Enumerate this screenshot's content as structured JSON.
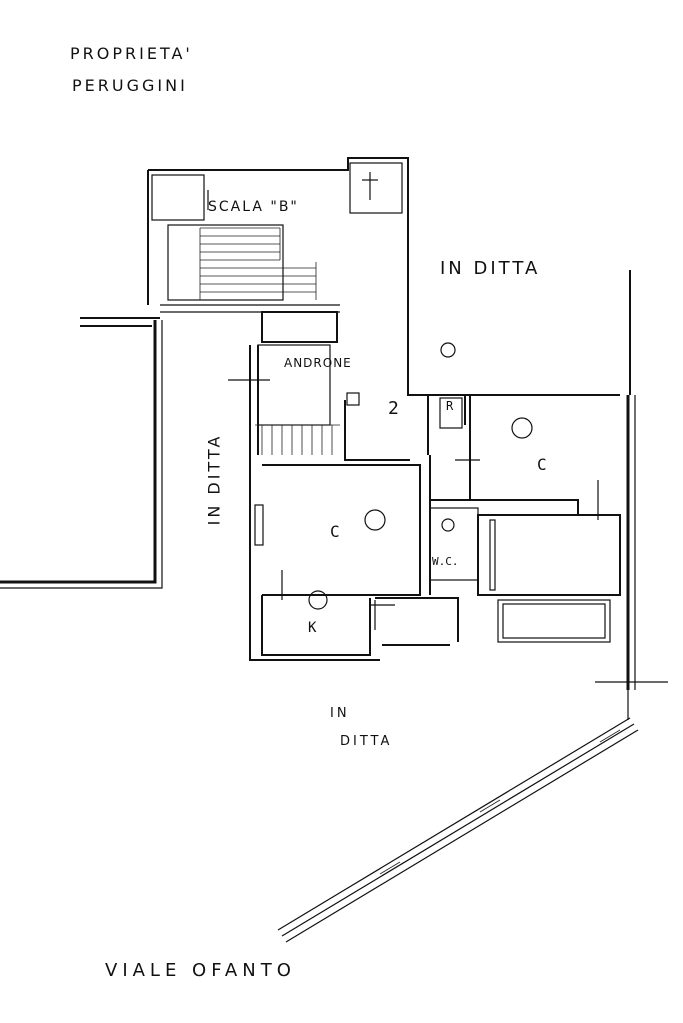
{
  "header": {
    "line1": "PROPRIETA'",
    "line2": "PERUGGINI"
  },
  "rooms": {
    "scala": "SCALA \"B\"",
    "androne": "ANDRONE",
    "number": "2",
    "r": "R",
    "c_right": "C",
    "c_center": "C",
    "wc": "W.C.",
    "k": "K"
  },
  "neighbors": {
    "in_ditta_top": "IN DITTA",
    "in_ditta_left": "IN DITTA",
    "in_ditta_bottom_1": "IN",
    "in_ditta_bottom_2": "DITTA"
  },
  "street": "VIALE OFANTO"
}
